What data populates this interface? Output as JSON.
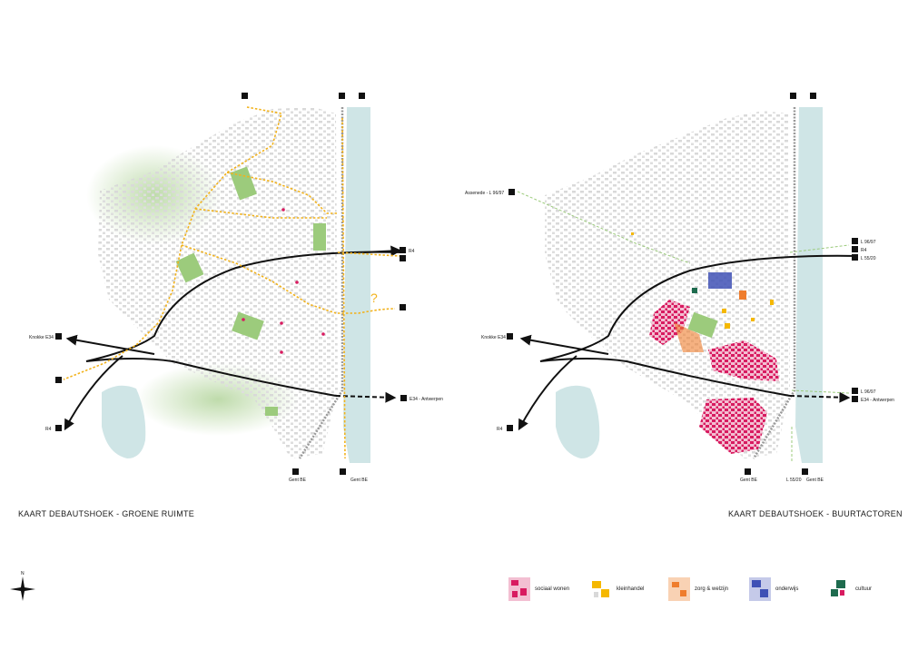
{
  "left_map": {
    "title": "KAART DEBAUTSHOEK - GROENE RUIMTE",
    "labels": {
      "r4_east": "R4",
      "knokke": "Knokke E34",
      "e34_antwerpen": "E34 - Antwerpen",
      "r4_south": "R4",
      "gent_be_train": "Gent BE",
      "gent_be_bike": "Gent BE",
      "question": "?"
    }
  },
  "right_map": {
    "title": "KAART DEBAUTSHOEK - BUURTACTOREN",
    "labels": {
      "assenede": "Assenede - L 96/97",
      "l9697_top": "L 96/97",
      "r4_top": "R4",
      "l5530_top": "L 55/20",
      "knokke": "Knokke E34",
      "l9697_bottom": "L 96/97",
      "e34_antwerpen": "E34 - Antwerpen",
      "r4_south": "R4",
      "gent_be_train": "Gent BE",
      "l5530_bottom": "L 55/20",
      "gent_be_bus": "Gent BE"
    }
  },
  "legend": [
    {
      "label": "sociaal wonen",
      "color": "#d81b60",
      "icon": "social-housing-swatch"
    },
    {
      "label": "kleinhandel",
      "color": "#f5b800",
      "icon": "retail-swatch"
    },
    {
      "label": "zorg & welzijn",
      "color": "#ef7d2d",
      "icon": "care-swatch"
    },
    {
      "label": "onderwijs",
      "color": "#3f51b5",
      "icon": "education-swatch"
    },
    {
      "label": "cultuur",
      "color": "#1e6b4e",
      "icon": "culture-swatch"
    }
  ],
  "colors": {
    "water": "#cfe5e6",
    "green": "#9ccb7c",
    "route": "#f2b21b",
    "road": "#111111"
  },
  "north_label": "N"
}
